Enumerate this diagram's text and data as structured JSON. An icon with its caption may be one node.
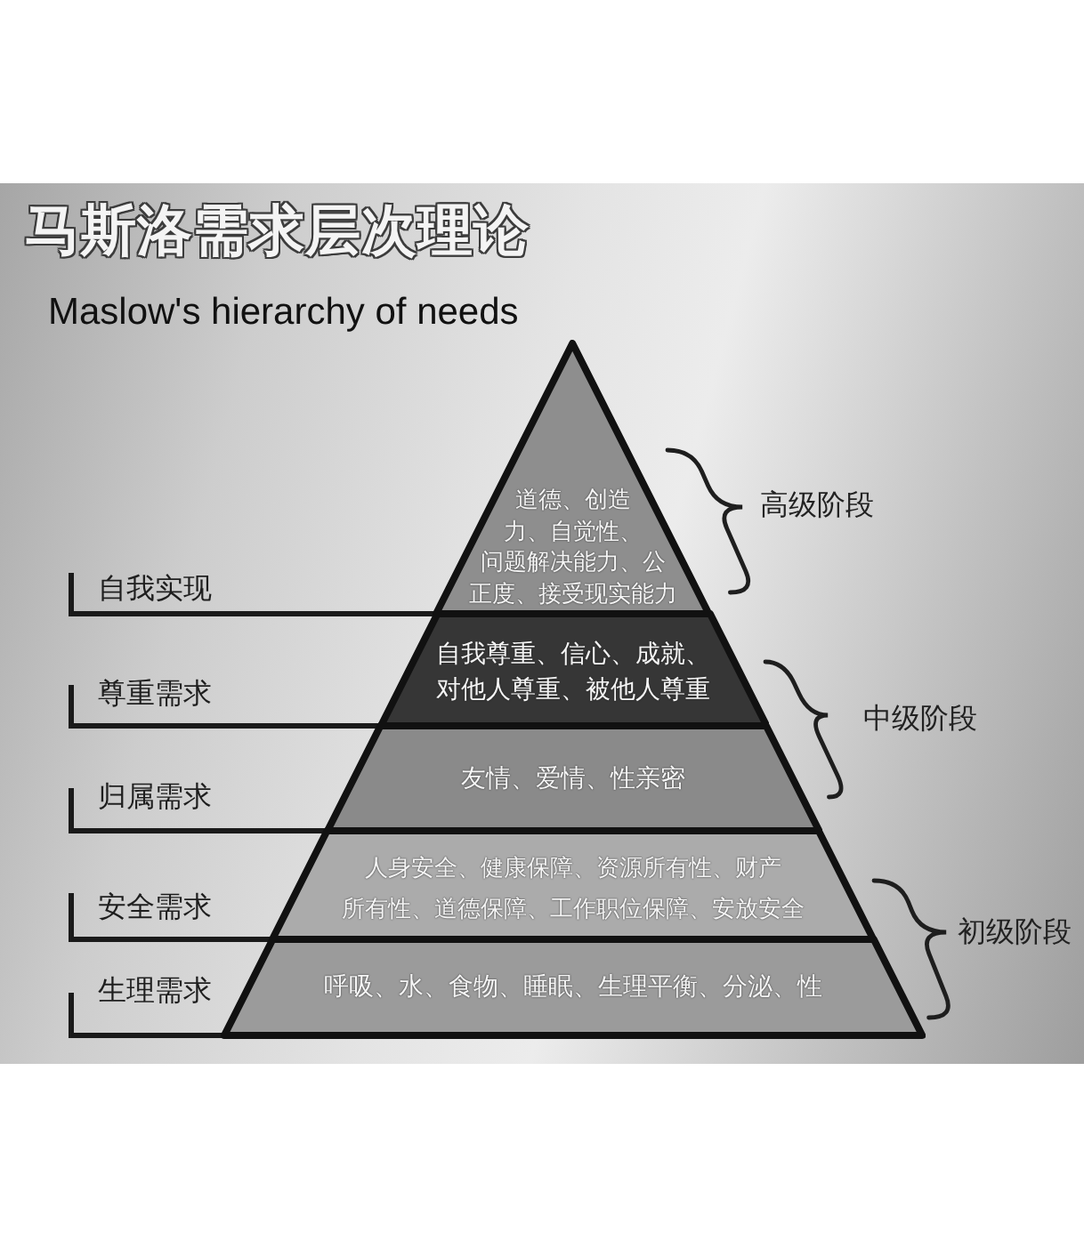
{
  "diagram": {
    "title": "马斯洛需求层次理论",
    "nodes": [
      {
        "text": [
          "道德、创造力、自觉性、问题解决能力、公正度、接受现实能力"
        ]
      },
      {
        "text": [
          "自我尊重、信心、成就、对他人尊重、被他人尊重"
        ]
      },
      {
        "text": [
          "友情、爱情、性亲密"
        ]
      },
      {
        "text": [
          "人身安全、健康保障、资源所有性、财产所有性、道德保障、工作职位保障、安放安全"
        ]
      },
      {
        "text": [
          "呼吸、水、食物、睡眠、生理平衡、分泌、性"
        ]
      },
      {
        "text": [
          "自我实现"
        ]
      },
      {
        "text": [
          "尊重需求"
        ]
      },
      {
        "text": [
          "归属需求"
        ]
      },
      {
        "text": [
          "安全需求"
        ]
      },
      {
        "text": [
          "生理需求"
        ]
      }
    ],
    "edges": [
      {
        "from": 5,
        "to": 0,
        "arrow": "none"
      },
      {
        "from": 6,
        "to": 1,
        "arrow": "none"
      },
      {
        "from": 7,
        "to": 2,
        "arrow": "none"
      },
      {
        "from": 8,
        "to": 3,
        "arrow": "none"
      },
      {
        "from": 9,
        "to": 4,
        "arrow": "none"
      }
    ],
    "labels": [
      "Maslow's hierarchy of needs",
      "高级阶段",
      "中级阶段",
      "初级阶段"
    ]
  }
}
